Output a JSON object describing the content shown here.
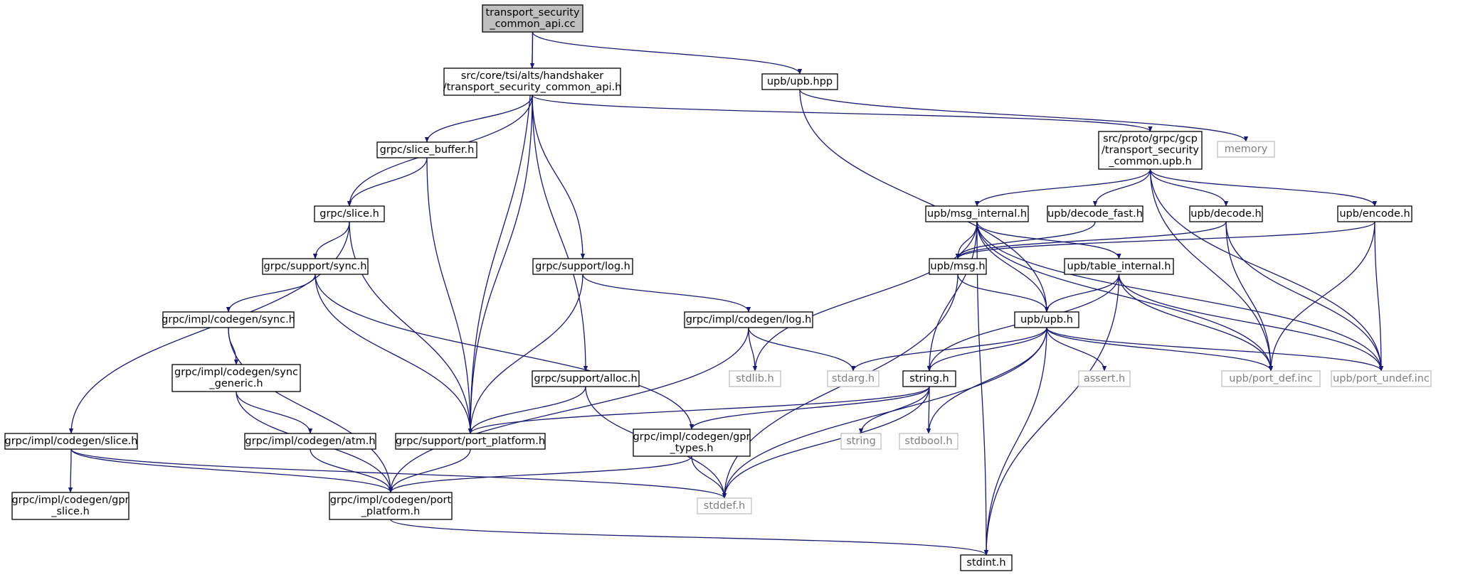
{
  "colors": {
    "edge": "#191970",
    "box_border": "#000000",
    "external_border": "#bfbfbf",
    "external_text": "#7f7f7f",
    "root_fill": "#bfbfbf",
    "node_fill": "#ffffff"
  },
  "nodes": [
    {
      "id": "root",
      "lines": [
        "transport_security",
        "_common_api.cc"
      ],
      "style": "root"
    },
    {
      "id": "tsci_h",
      "lines": [
        "src/core/tsi/alts/handshaker",
        "/transport_security_common_api.h"
      ],
      "style": "normal"
    },
    {
      "id": "upb_hpp",
      "lines": [
        "upb/upb.hpp"
      ],
      "style": "normal"
    },
    {
      "id": "memory",
      "lines": [
        "memory"
      ],
      "style": "external"
    },
    {
      "id": "slice_buffer",
      "lines": [
        "grpc/slice_buffer.h"
      ],
      "style": "normal"
    },
    {
      "id": "gcp_upb",
      "lines": [
        "src/proto/grpc/gcp",
        "/transport_security",
        "_common.upb.h"
      ],
      "style": "normal"
    },
    {
      "id": "slice_h",
      "lines": [
        "grpc/slice.h"
      ],
      "style": "normal"
    },
    {
      "id": "msg_internal",
      "lines": [
        "upb/msg_internal.h"
      ],
      "style": "normal"
    },
    {
      "id": "decode_fast",
      "lines": [
        "upb/decode_fast.h"
      ],
      "style": "normal"
    },
    {
      "id": "decode",
      "lines": [
        "upb/decode.h"
      ],
      "style": "normal"
    },
    {
      "id": "encode",
      "lines": [
        "upb/encode.h"
      ],
      "style": "normal"
    },
    {
      "id": "sync_h",
      "lines": [
        "grpc/support/sync.h"
      ],
      "style": "normal"
    },
    {
      "id": "log_h",
      "lines": [
        "grpc/support/log.h"
      ],
      "style": "normal"
    },
    {
      "id": "msg_h",
      "lines": [
        "upb/msg.h"
      ],
      "style": "normal"
    },
    {
      "id": "table_internal",
      "lines": [
        "upb/table_internal.h"
      ],
      "style": "normal"
    },
    {
      "id": "codegen_sync",
      "lines": [
        "grpc/impl/codegen/sync.h"
      ],
      "style": "normal"
    },
    {
      "id": "codegen_log",
      "lines": [
        "grpc/impl/codegen/log.h"
      ],
      "style": "normal"
    },
    {
      "id": "upb_h",
      "lines": [
        "upb/upb.h"
      ],
      "style": "normal"
    },
    {
      "id": "sync_generic",
      "lines": [
        "grpc/impl/codegen/sync",
        "_generic.h"
      ],
      "style": "normal"
    },
    {
      "id": "alloc_h",
      "lines": [
        "grpc/support/alloc.h"
      ],
      "style": "normal"
    },
    {
      "id": "stdlib",
      "lines": [
        "stdlib.h"
      ],
      "style": "external"
    },
    {
      "id": "stdarg",
      "lines": [
        "stdarg.h"
      ],
      "style": "external"
    },
    {
      "id": "string_h",
      "lines": [
        "string.h"
      ],
      "style": "normal"
    },
    {
      "id": "assert",
      "lines": [
        "assert.h"
      ],
      "style": "external"
    },
    {
      "id": "port_def",
      "lines": [
        "upb/port_def.inc"
      ],
      "style": "external"
    },
    {
      "id": "port_undef",
      "lines": [
        "upb/port_undef.inc"
      ],
      "style": "external"
    },
    {
      "id": "codegen_slice",
      "lines": [
        "grpc/impl/codegen/slice.h"
      ],
      "style": "normal"
    },
    {
      "id": "atm",
      "lines": [
        "grpc/impl/codegen/atm.h"
      ],
      "style": "normal"
    },
    {
      "id": "support_port_platform",
      "lines": [
        "grpc/support/port_platform.h"
      ],
      "style": "normal"
    },
    {
      "id": "gpr_types",
      "lines": [
        "grpc/impl/codegen/gpr",
        "_types.h"
      ],
      "style": "normal"
    },
    {
      "id": "string_std",
      "lines": [
        "string"
      ],
      "style": "external"
    },
    {
      "id": "stdbool",
      "lines": [
        "stdbool.h"
      ],
      "style": "external"
    },
    {
      "id": "gpr_slice",
      "lines": [
        "grpc/impl/codegen/gpr",
        "_slice.h"
      ],
      "style": "normal"
    },
    {
      "id": "codegen_port_platform",
      "lines": [
        "grpc/impl/codegen/port",
        "_platform.h"
      ],
      "style": "normal"
    },
    {
      "id": "stddef",
      "lines": [
        "stddef.h"
      ],
      "style": "external"
    },
    {
      "id": "stdint",
      "lines": [
        "stdint.h"
      ],
      "style": "normal"
    }
  ],
  "edges": [
    [
      "root",
      "tsci_h"
    ],
    [
      "root",
      "upb_hpp"
    ],
    [
      "root",
      "support_port_platform"
    ],
    [
      "tsci_h",
      "slice_buffer"
    ],
    [
      "tsci_h",
      "slice_h"
    ],
    [
      "tsci_h",
      "support_port_platform"
    ],
    [
      "tsci_h",
      "log_h"
    ],
    [
      "tsci_h",
      "alloc_h"
    ],
    [
      "tsci_h",
      "gcp_upb"
    ],
    [
      "upb_hpp",
      "memory"
    ],
    [
      "upb_hpp",
      "upb_h"
    ],
    [
      "slice_buffer",
      "slice_h"
    ],
    [
      "slice_buffer",
      "support_port_platform"
    ],
    [
      "slice_h",
      "sync_h"
    ],
    [
      "slice_h",
      "codegen_slice"
    ],
    [
      "slice_h",
      "support_port_platform"
    ],
    [
      "sync_h",
      "codegen_sync"
    ],
    [
      "sync_h",
      "support_port_platform"
    ],
    [
      "sync_h",
      "gpr_types"
    ],
    [
      "codegen_sync",
      "sync_generic"
    ],
    [
      "codegen_sync",
      "codegen_port_platform"
    ],
    [
      "sync_generic",
      "atm"
    ],
    [
      "sync_generic",
      "codegen_port_platform"
    ],
    [
      "atm",
      "codegen_port_platform"
    ],
    [
      "codegen_slice",
      "gpr_slice"
    ],
    [
      "codegen_slice",
      "codegen_port_platform"
    ],
    [
      "codegen_slice",
      "stddef"
    ],
    [
      "log_h",
      "codegen_log"
    ],
    [
      "log_h",
      "support_port_platform"
    ],
    [
      "codegen_log",
      "stdlib"
    ],
    [
      "codegen_log",
      "stdarg"
    ],
    [
      "codegen_log",
      "codegen_port_platform"
    ],
    [
      "alloc_h",
      "support_port_platform"
    ],
    [
      "alloc_h",
      "stddef"
    ],
    [
      "support_port_platform",
      "codegen_port_platform"
    ],
    [
      "gpr_types",
      "codegen_port_platform"
    ],
    [
      "gpr_types",
      "stddef"
    ],
    [
      "codegen_port_platform",
      "stdint"
    ],
    [
      "gcp_upb",
      "msg_internal"
    ],
    [
      "gcp_upb",
      "decode_fast"
    ],
    [
      "gcp_upb",
      "decode"
    ],
    [
      "gcp_upb",
      "encode"
    ],
    [
      "gcp_upb",
      "port_def"
    ],
    [
      "gcp_upb",
      "port_undef"
    ],
    [
      "msg_internal",
      "msg_h"
    ],
    [
      "msg_internal",
      "table_internal"
    ],
    [
      "msg_internal",
      "upb_h"
    ],
    [
      "msg_internal",
      "stdlib"
    ],
    [
      "msg_internal",
      "string_h"
    ],
    [
      "msg_internal",
      "stdint"
    ],
    [
      "msg_internal",
      "port_def"
    ],
    [
      "msg_internal",
      "port_undef"
    ],
    [
      "decode_fast",
      "msg_h"
    ],
    [
      "decode",
      "msg_h"
    ],
    [
      "decode",
      "port_def"
    ],
    [
      "decode",
      "port_undef"
    ],
    [
      "encode",
      "msg_h"
    ],
    [
      "encode",
      "port_def"
    ],
    [
      "encode",
      "port_undef"
    ],
    [
      "msg_h",
      "upb_h"
    ],
    [
      "msg_h",
      "stddef"
    ],
    [
      "table_internal",
      "upb_h"
    ],
    [
      "table_internal",
      "string_h"
    ],
    [
      "table_internal",
      "stdint"
    ],
    [
      "table_internal",
      "port_def"
    ],
    [
      "table_internal",
      "port_undef"
    ],
    [
      "upb_h",
      "stdarg"
    ],
    [
      "upb_h",
      "string_h"
    ],
    [
      "upb_h",
      "assert"
    ],
    [
      "upb_h",
      "stdbool"
    ],
    [
      "upb_h",
      "stddef"
    ],
    [
      "upb_h",
      "stdint"
    ],
    [
      "upb_h",
      "port_def"
    ],
    [
      "upb_h",
      "port_undef"
    ],
    [
      "string_h",
      "support_port_platform"
    ],
    [
      "string_h",
      "gpr_types"
    ],
    [
      "string_h",
      "string_std"
    ],
    [
      "string_h",
      "stdbool"
    ],
    [
      "string_h",
      "stddef"
    ]
  ]
}
